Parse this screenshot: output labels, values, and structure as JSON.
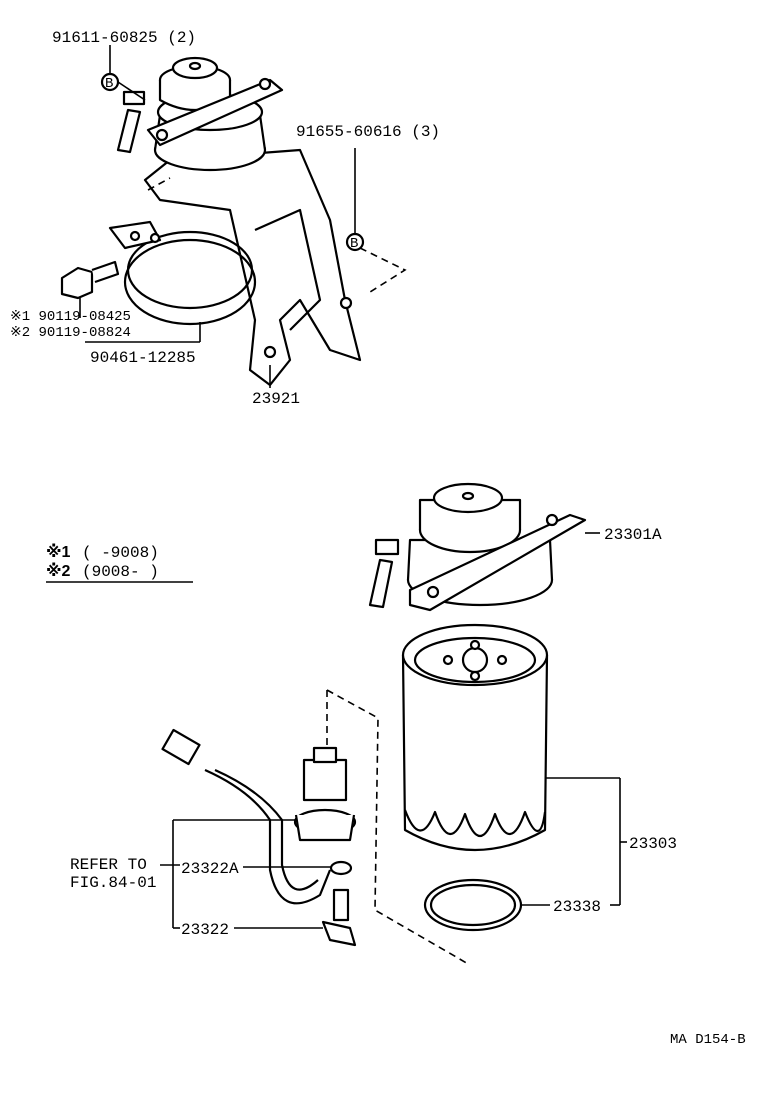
{
  "labels": {
    "p_91611": "91611-60825 (2)",
    "p_91655": "91655-60616 (3)",
    "p_90119_1": "※1 90119-08425",
    "p_90119_2": "※2 90119-08824",
    "p_90461": "90461-12285",
    "p_23921": "23921",
    "p_23301a": "23301A",
    "p_23303": "23303",
    "p_23338": "23338",
    "p_23322a": "23322A",
    "p_23322": "23322",
    "refer_1": "REFER TO",
    "refer_2": "FIG.84-01",
    "marker_b": "B",
    "note_1_mark": "※1",
    "note_1_range": "(    -9008)",
    "note_2_mark": "※2",
    "note_2_range": "(9008-     )",
    "figure_code": "MA D154-B"
  }
}
